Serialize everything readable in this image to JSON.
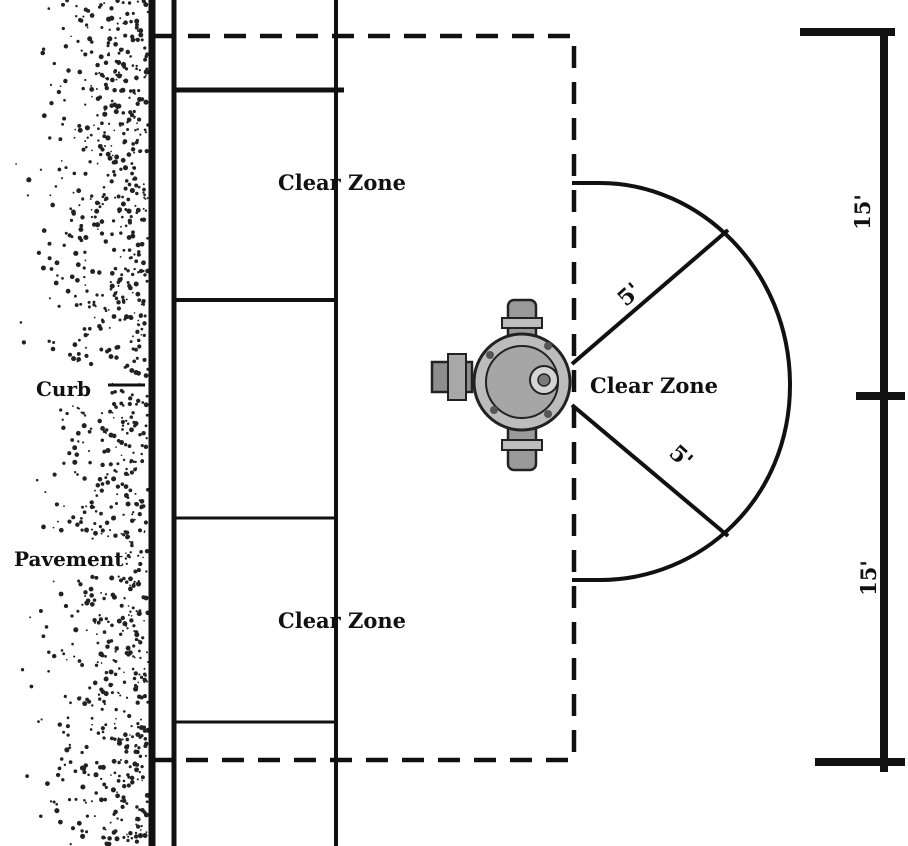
{
  "labels": {
    "clear_zone_top": "Clear Zone",
    "clear_zone_bottom": "Clear Zone",
    "clear_zone_hydrant": "Clear Zone",
    "curb": "Curb",
    "pavement": "Pavement",
    "radius_upper": "5'",
    "radius_lower": "5'",
    "dimension_upper": "15'",
    "dimension_lower": "15'"
  },
  "colors": {
    "ink": "#111111",
    "hydrant": "#8a8a8a",
    "pavement_dots": "#222222"
  },
  "icons": {
    "hydrant": "fire-hydrant-icon"
  }
}
